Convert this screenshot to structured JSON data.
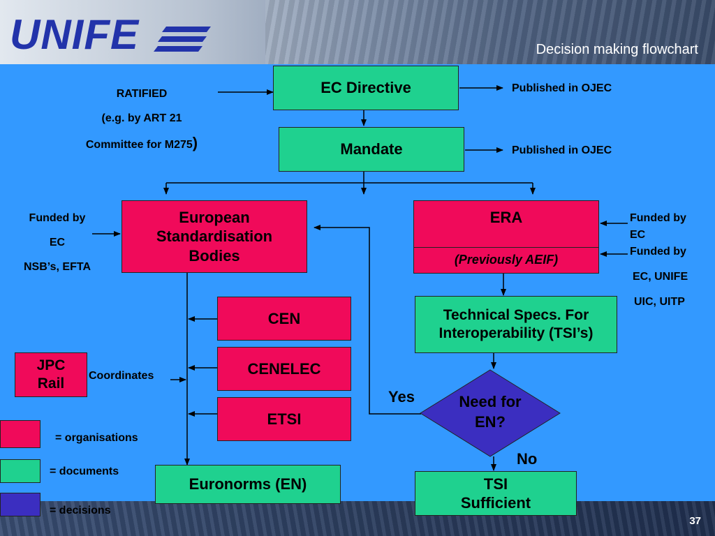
{
  "header": {
    "logo_text": "UNIFE",
    "title": "Decision making flowchart"
  },
  "footer": {
    "page_number": "37"
  },
  "colors": {
    "background": "#3399ff",
    "organisation": "#f00a5a",
    "document": "#1fd18f",
    "decision": "#3b2ec0",
    "logo": "#2233aa"
  },
  "nodes": {
    "ec_directive": "EC Directive",
    "mandate": "Mandate",
    "esb": [
      "European",
      "Standardisation",
      "Bodies"
    ],
    "era_title": "ERA",
    "era_subtitle": "(Previously AEIF)",
    "cen": "CEN",
    "cenelec": "CENELEC",
    "etsi": "ETSI",
    "euronorms": "Euronorms (EN)",
    "tsi_specs": [
      "Technical Specs. For",
      "Interoperability (TSI’s)"
    ],
    "need_en": [
      "Need for",
      "EN?"
    ],
    "tsi_sufficient": [
      "TSI",
      "Sufficient"
    ],
    "jpc_rail": [
      "JPC",
      "Rail"
    ]
  },
  "labels": {
    "ratified": [
      "RATIFIED",
      "(e.g. by ART 21",
      "Committee for M275",
      ")"
    ],
    "published_1": "Published in OJEC",
    "published_2": "Published in OJEC",
    "esb_funding": [
      "Funded by",
      "EC",
      "NSB’s, EFTA"
    ],
    "era_funding": [
      "Funded by",
      "EC",
      "Funded by",
      "EC, UNIFE",
      "UIC, UITP"
    ],
    "coordinates": "Coordinates",
    "yes": "Yes",
    "no": "No"
  },
  "legend": [
    {
      "label": "= organisations",
      "color": "#f00a5a"
    },
    {
      "label": "= documents",
      "color": "#1fd18f"
    },
    {
      "label": "= decisions",
      "color": "#3b2ec0"
    }
  ]
}
